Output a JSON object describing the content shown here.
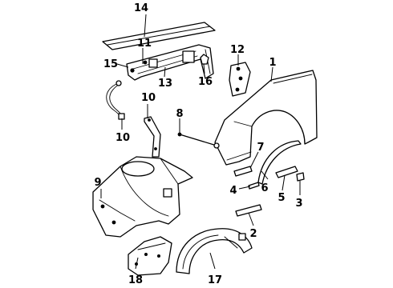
{
  "callouts": {
    "c1": "1",
    "c2": "2",
    "c3": "3",
    "c4": "4",
    "c5": "5",
    "c6": "6",
    "c7": "7",
    "c8": "8",
    "c9": "9",
    "c10a": "10",
    "c10b": "10",
    "c11": "11",
    "c12": "12",
    "c13": "13",
    "c14": "14",
    "c15": "15",
    "c16": "16",
    "c17": "17",
    "c18": "18"
  }
}
